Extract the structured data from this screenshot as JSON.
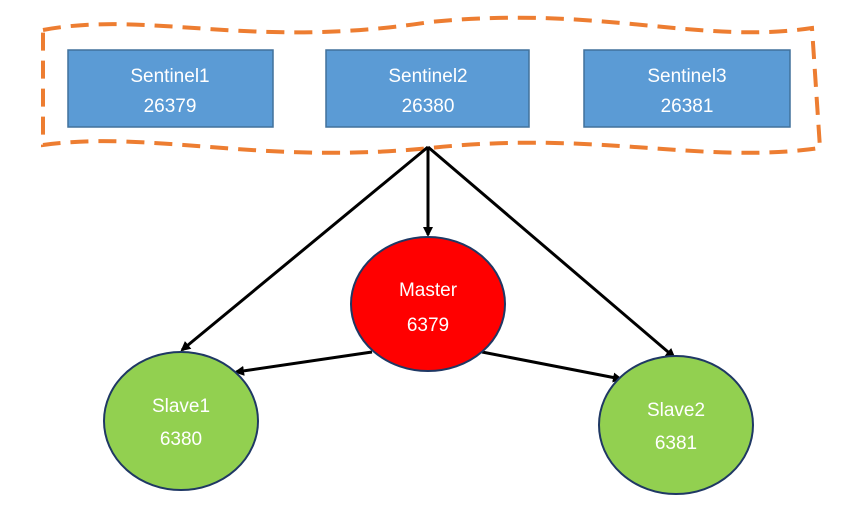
{
  "colors": {
    "sentinel_fill": "#5b9bd5",
    "sentinel_stroke": "#41719c",
    "group_border": "#ed7d31",
    "master_fill": "#ff0000",
    "master_stroke": "#1f3864",
    "slave_fill": "#92d050",
    "slave_stroke": "#1f3864",
    "arrow": "#000000"
  },
  "sentinels": [
    {
      "name": "Sentinel1",
      "port": "26379"
    },
    {
      "name": "Sentinel2",
      "port": "26380"
    },
    {
      "name": "Sentinel3",
      "port": "26381"
    }
  ],
  "master": {
    "name": "Master",
    "port": "6379"
  },
  "slaves": [
    {
      "name": "Slave1",
      "port": "6380"
    },
    {
      "name": "Slave2",
      "port": "6381"
    }
  ]
}
